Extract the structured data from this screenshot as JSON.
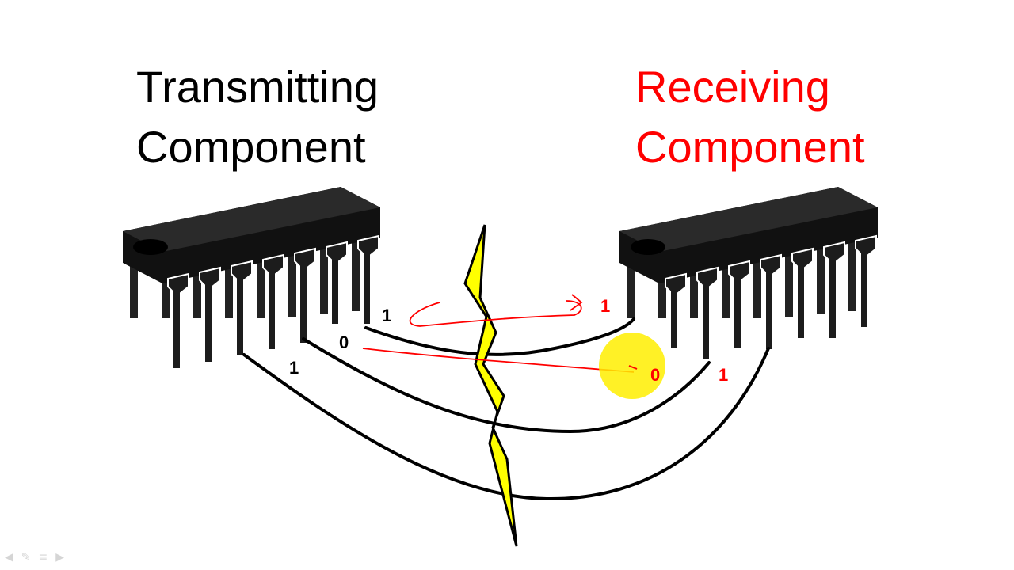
{
  "transmitter": {
    "title_line1": "Transmitting",
    "title_line2": "Component"
  },
  "receiver": {
    "title_line1": "Receiving",
    "title_line2": "Component"
  },
  "bits": {
    "tx_top": "1",
    "tx_middle": "0",
    "tx_bottom": "1",
    "rx_top": "1",
    "rx_middle": "0",
    "rx_bottom": "1"
  },
  "colors": {
    "transmitter_text": "#000000",
    "receiver_text": "#ff0000",
    "annotation": "#ff0000",
    "lightning": "#ffff00",
    "highlight": "#ffee00",
    "chip": "#111111"
  },
  "icons": {
    "chip_left": "ic-chip-icon",
    "chip_right": "ic-chip-icon",
    "lightning": "lightning-bolt-icon",
    "highlight": "cursor-highlight-icon"
  },
  "slide_controls": {
    "prev": "◀",
    "pen": "✎",
    "menu": "≡",
    "next": "▶"
  }
}
